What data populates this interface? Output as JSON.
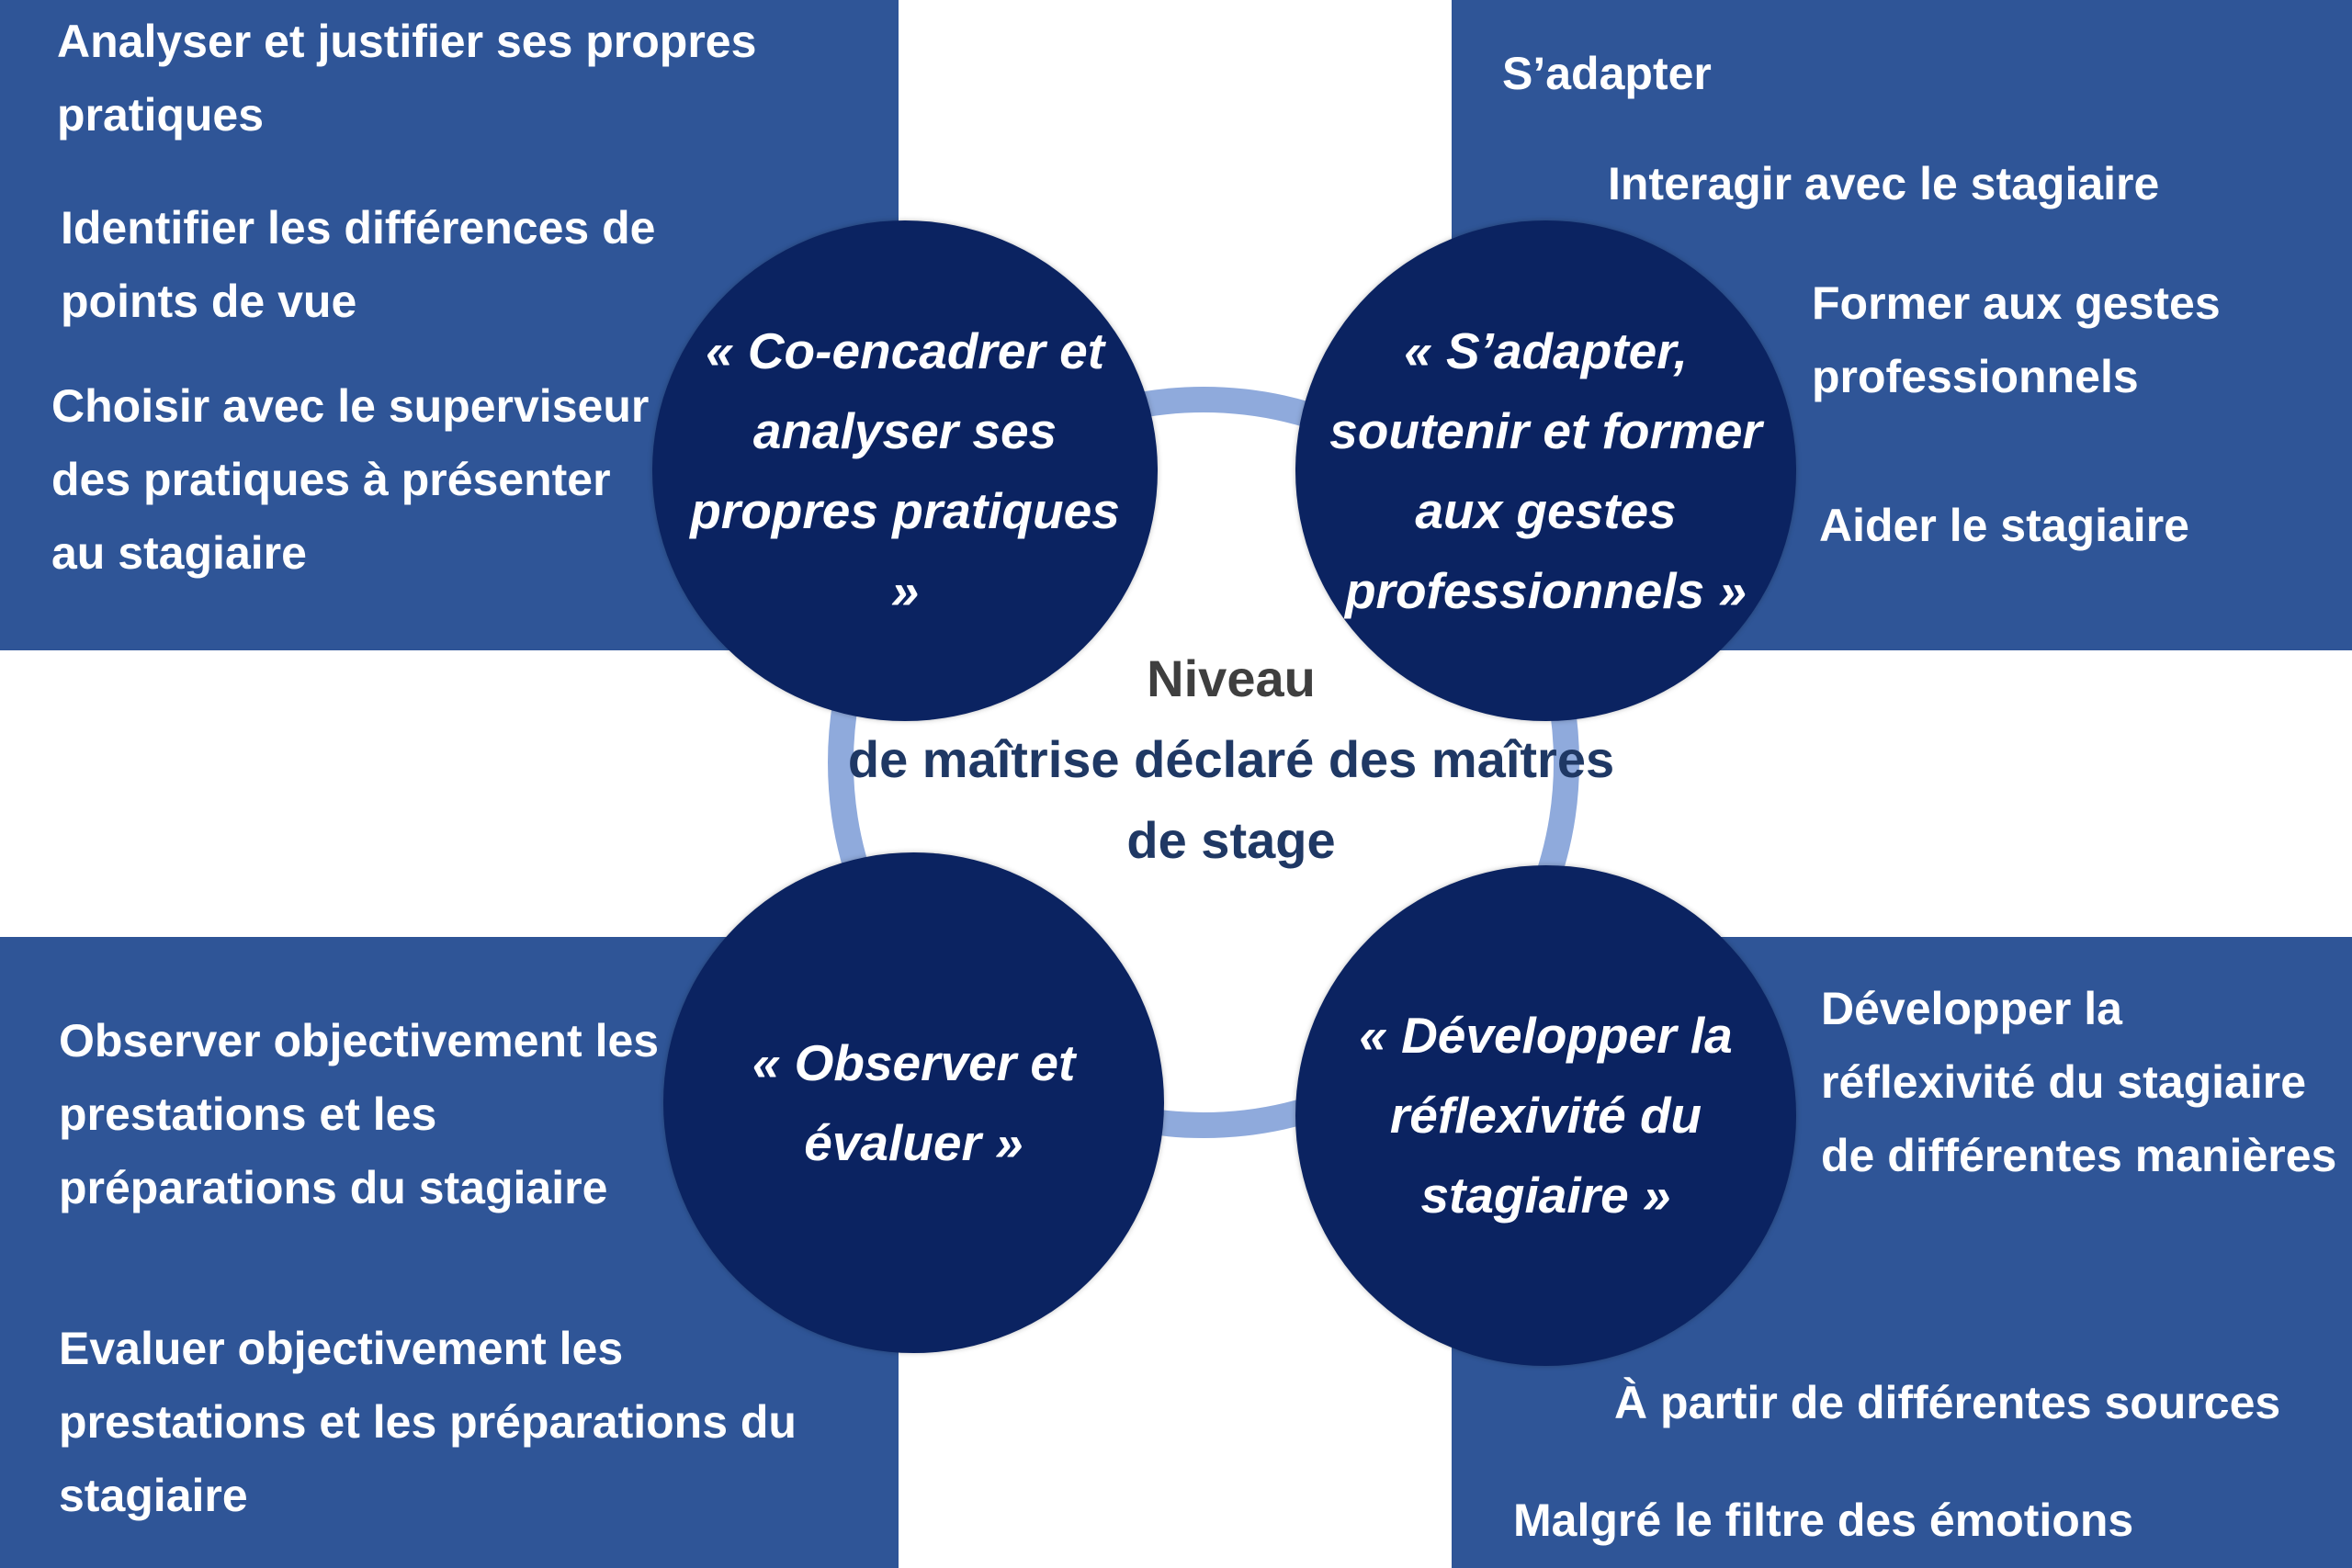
{
  "center_label": {
    "line1": "Niveau",
    "line2": "de maîtrise déclaré des maîtres de stage"
  },
  "circles": {
    "top_left": "« Co-encadrer et analyser ses propres pratiques »",
    "top_right": "« S’adapter, soutenir et former aux gestes professionnels »",
    "bottom_left": "« Observer et évaluer »",
    "bottom_right": "« Développer la réflexivité du stagiaire »"
  },
  "boxes": {
    "top_left": [
      "Analyser et justifier ses propres pratiques",
      "Identifier les différences de points de vue",
      "Choisir avec le superviseur des pratiques à présenter au stagiaire"
    ],
    "top_right": [
      "S’adapter",
      "Interagir avec le stagiaire",
      "Former aux gestes professionnels",
      "Aider le stagiaire"
    ],
    "bottom_left": [
      "Observer objectivement les prestations et les préparations du stagiaire",
      "Evaluer objectivement les prestations et les préparations du stagiaire"
    ],
    "bottom_right": [
      "Développer la réflexivité du stagiaire de différentes manières",
      "À partir de différentes sources",
      "Malgré le filtre des émotions"
    ]
  },
  "colors": {
    "box_fill": "#2f5597",
    "circle_fill": "#0b2361",
    "ring": "#8faadc",
    "center_line1": "#3f3f3f",
    "center_line2": "#1f3864"
  }
}
